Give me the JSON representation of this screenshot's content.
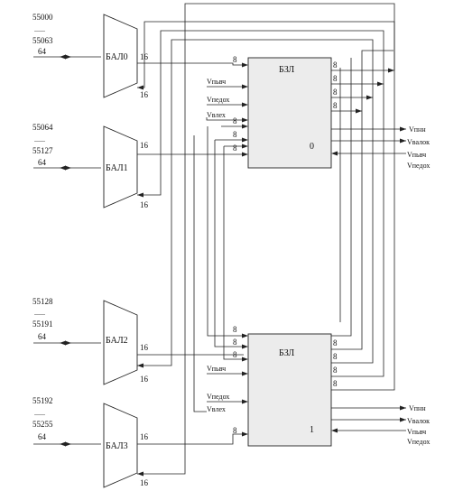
{
  "mux_blocks": [
    {
      "label": "БАЛ0",
      "range_start": "55000",
      "dots": "......",
      "range_end": "55063",
      "bus": "64",
      "out_top": "16",
      "out_bottom": "16"
    },
    {
      "label": "БАЛ1",
      "range_start": "55064",
      "dots": "......",
      "range_end": "55127",
      "bus": "64",
      "out_top": "16",
      "out_bottom": "16"
    },
    {
      "label": "БАЛ2",
      "range_start": "55128",
      "dots": "......",
      "range_end": "55191",
      "bus": "64",
      "out_top": "16",
      "out_bottom": "16"
    },
    {
      "label": "БАЛ3",
      "range_start": "55192",
      "dots": "......",
      "range_end": "55255",
      "bus": "64",
      "out_top": "16",
      "out_bottom": "16"
    }
  ],
  "logic_blocks": [
    {
      "label": "БЗЛ",
      "index": "0",
      "inputs_left": [
        "Vпьвч",
        "Vпедох",
        "Vвлех"
      ],
      "bus_width": "8",
      "outputs_right": [
        "Vпнн",
        "Vвалок",
        "Vпьвч",
        "Vпедох"
      ]
    },
    {
      "label": "БЗЛ",
      "index": "1",
      "inputs_left": [
        "Vпьвч",
        "Vпедох",
        "Vвлех"
      ],
      "bus_width": "8",
      "outputs_right": [
        "Vпнн",
        "Vвалок",
        "Vпьвч",
        "Vпедох"
      ]
    }
  ]
}
